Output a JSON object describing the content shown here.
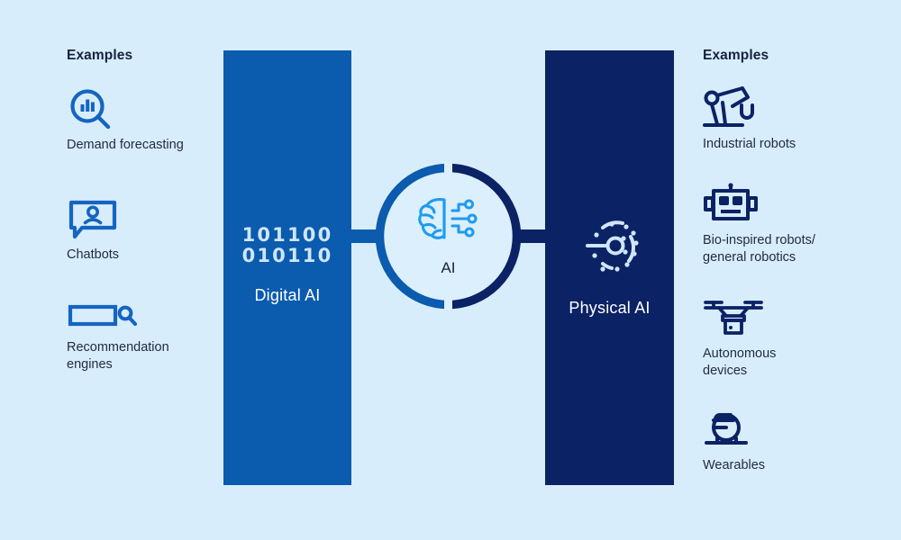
{
  "theme": {
    "background": "#d8edfc",
    "digital_blue": "#0b5bae",
    "physical_navy": "#0b2265",
    "icon_blue": "#1565c0",
    "accent_bright_blue": "#1e9bf0",
    "text_dark": "#16233f"
  },
  "left_column": {
    "title": "Examples",
    "items": [
      {
        "icon": "chart-search-icon",
        "label": "Demand forecasting"
      },
      {
        "icon": "chat-user-icon",
        "label": "Chatbots"
      },
      {
        "icon": "list-search-icon",
        "label": "Recommendation\nengines"
      }
    ]
  },
  "right_column": {
    "title": "Examples",
    "items": [
      {
        "icon": "robotic-arm-icon",
        "label": "Industrial robots"
      },
      {
        "icon": "robot-head-icon",
        "label": "Bio-inspired robots/\ngeneral robotics"
      },
      {
        "icon": "drone-icon",
        "label": "Autonomous\ndevices"
      },
      {
        "icon": "wearable-device-icon",
        "label": "Wearables"
      }
    ]
  },
  "digital_pillar": {
    "binary_line1": "101100",
    "binary_line2": "010110",
    "label": "Digital AI",
    "icon": "binary-code-icon"
  },
  "physical_pillar": {
    "label": "Physical AI",
    "icon": "sensor-radial-icon"
  },
  "hub": {
    "label": "AI",
    "icon": "brain-circuit-icon",
    "ring_left_color": "#0b5bae",
    "ring_right_color": "#0b2265"
  }
}
